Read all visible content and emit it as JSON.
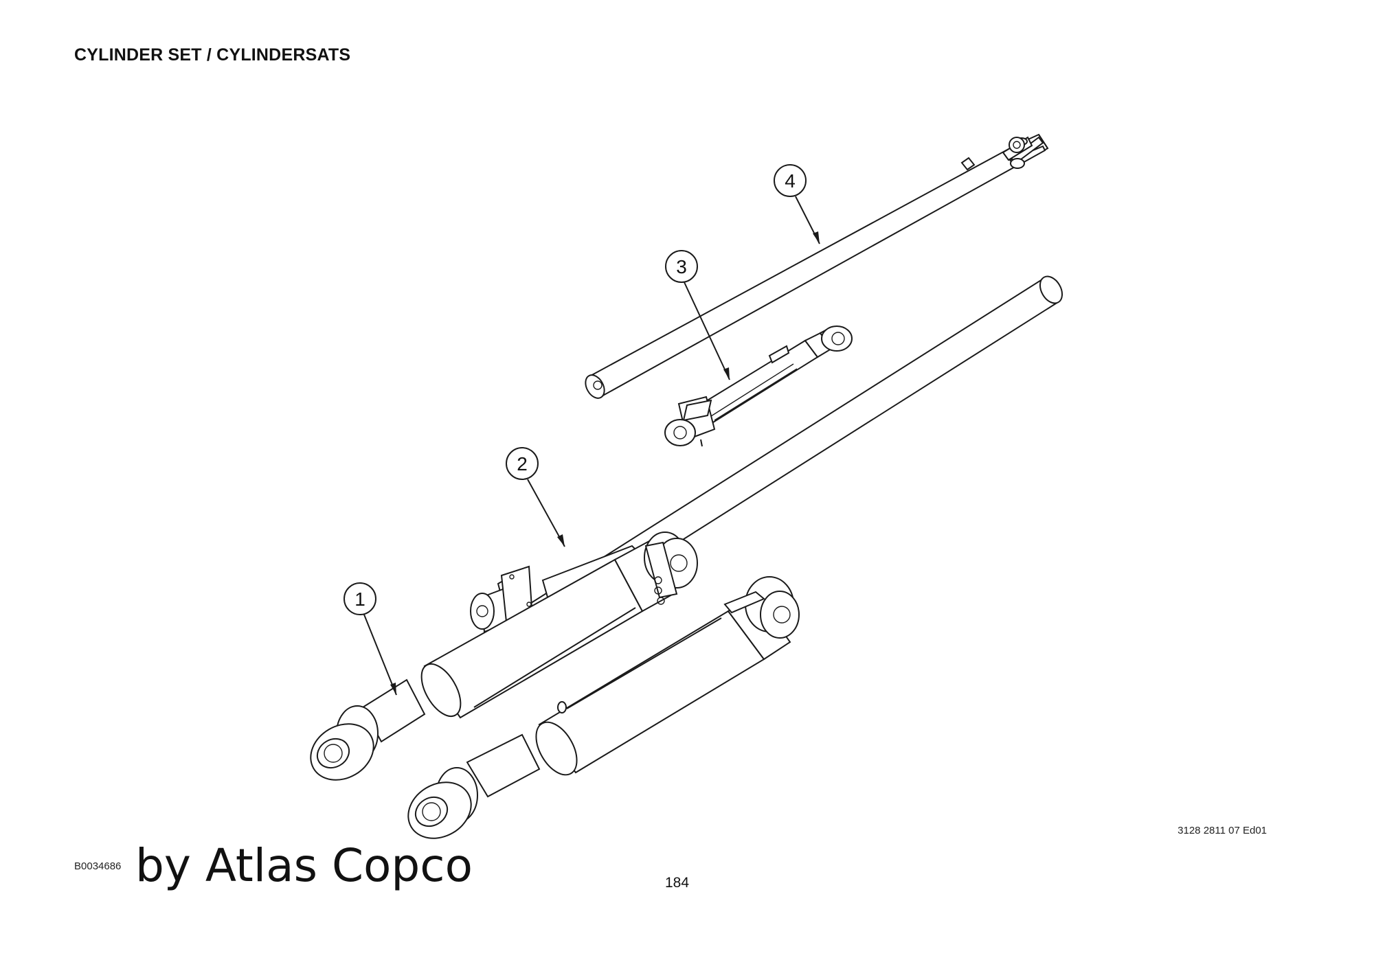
{
  "header": {
    "title": "CYLINDER SET / CYLINDERSATS"
  },
  "callouts": [
    {
      "label": "1"
    },
    {
      "label": "2"
    },
    {
      "label": "3"
    },
    {
      "label": "4"
    }
  ],
  "footer": {
    "document_ref": "3128 2811 07 Ed01",
    "figure_code": "B0034686",
    "watermark": "by Atlas Copco",
    "page_number": "184"
  }
}
